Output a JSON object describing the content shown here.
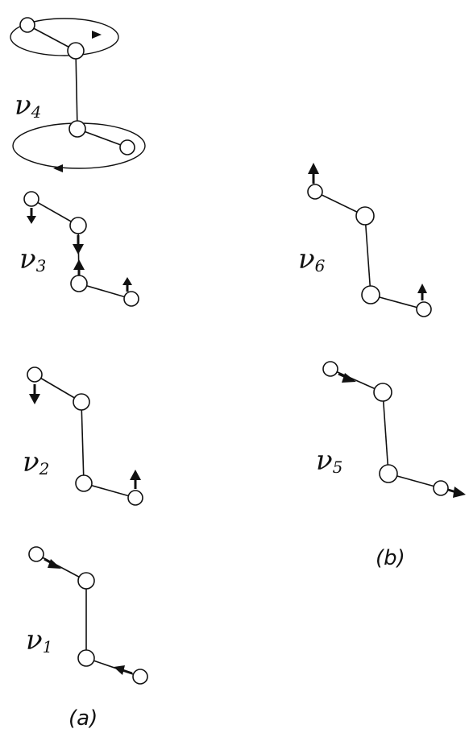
{
  "modes": [
    {
      "id": "v4",
      "symbol": "ν",
      "subscript": "4"
    },
    {
      "id": "v3",
      "symbol": "ν",
      "subscript": "3"
    },
    {
      "id": "v2",
      "symbol": "ν",
      "subscript": "2"
    },
    {
      "id": "v1",
      "symbol": "ν",
      "subscript": "1"
    },
    {
      "id": "v6",
      "symbol": "ν",
      "subscript": "6"
    },
    {
      "id": "v5",
      "symbol": "ν",
      "subscript": "5"
    }
  ],
  "panels": {
    "a": "(a)",
    "b": "(b)"
  }
}
